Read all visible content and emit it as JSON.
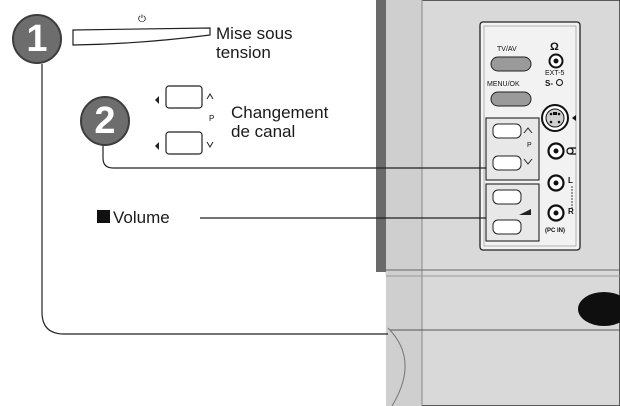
{
  "steps": [
    {
      "number": "1",
      "label": "Mise sous\ntension"
    },
    {
      "number": "2",
      "label": "Changement\nde canal"
    }
  ],
  "volume_label": "Volume",
  "panel": {
    "tvav_label": "TV/AV",
    "menuok_label": "MENU/OK",
    "ext_label": "EXT-5",
    "s_video_label": "S-",
    "p_label": "P",
    "l_label": "L",
    "r_label": "R",
    "pc_in_label": "(PC IN)",
    "headphone_symbol": "Ω"
  },
  "diagram": {
    "power_symbol": "⏻",
    "p_symbol": "P"
  }
}
